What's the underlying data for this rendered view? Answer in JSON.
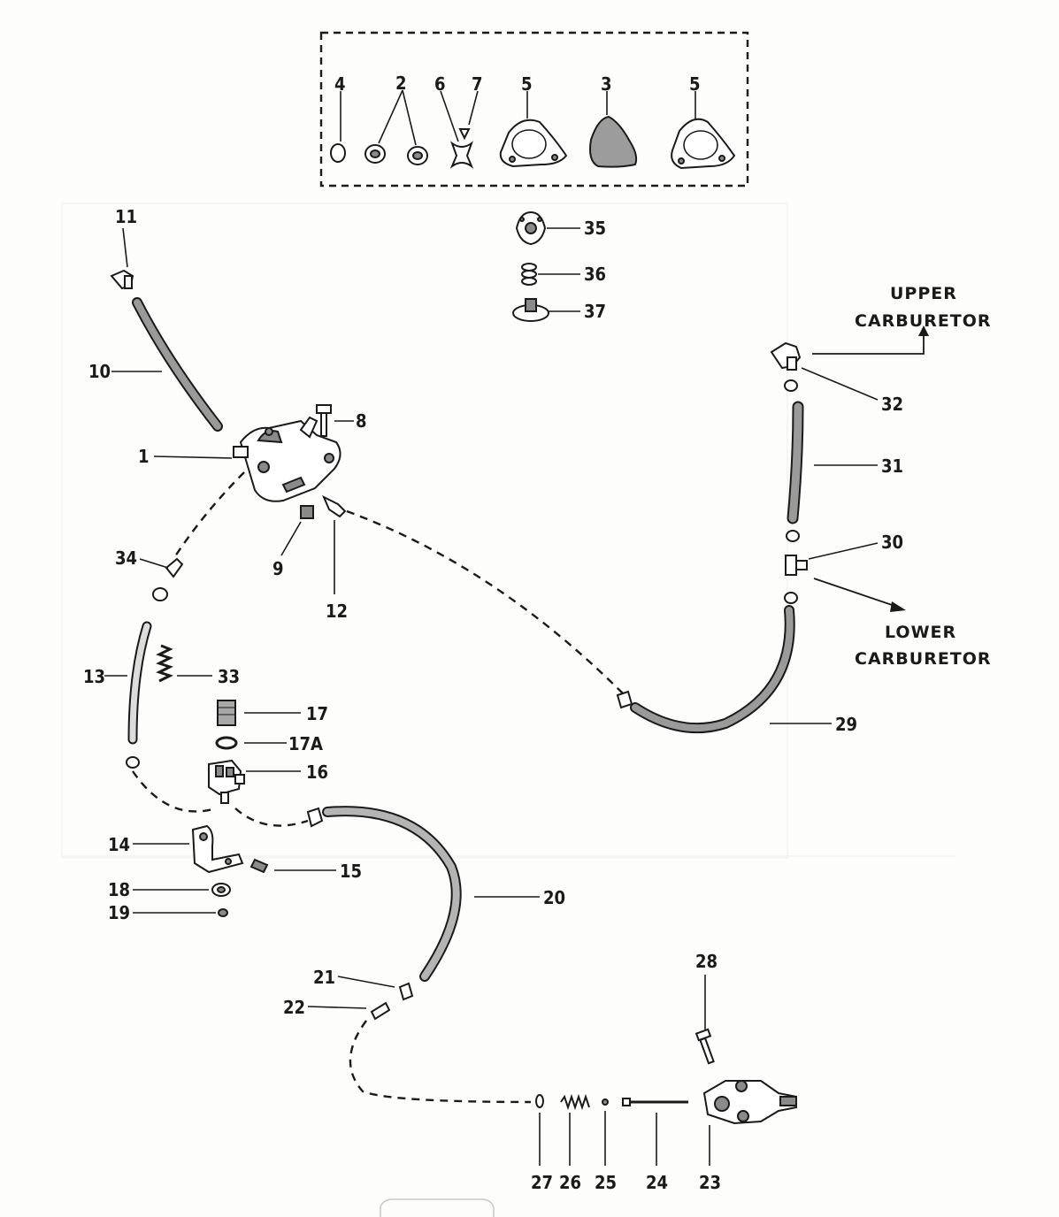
{
  "destinations": {
    "upper_line1": "UPPER",
    "upper_line2": "CARBURETOR",
    "lower_line1": "LOWER",
    "lower_line2": "CARBURETOR"
  },
  "callouts": {
    "c1": "1",
    "c2": "2",
    "c3": "3",
    "c4": "4",
    "c5a": "5",
    "c5b": "5",
    "c6": "6",
    "c7": "7",
    "c8": "8",
    "c9": "9",
    "c10": "10",
    "c11": "11",
    "c12": "12",
    "c13": "13",
    "c14": "14",
    "c15": "15",
    "c16": "16",
    "c17": "17",
    "c17a": "17A",
    "c18": "18",
    "c19": "19",
    "c20": "20",
    "c21": "21",
    "c22": "22",
    "c23": "23",
    "c24": "24",
    "c25": "25",
    "c26": "26",
    "c27": "27",
    "c28": "28",
    "c29": "29",
    "c30": "30",
    "c31": "31",
    "c32": "32",
    "c33": "33",
    "c34": "34",
    "c35": "35",
    "c36": "36",
    "c37": "37"
  },
  "colors": {
    "ink": "#1a1a1a",
    "paper": "#fdfdfb",
    "hose_fill": "#9a9a9a"
  }
}
